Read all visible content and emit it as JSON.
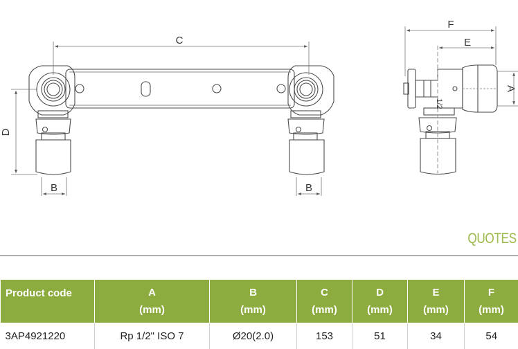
{
  "drawing": {
    "front_labels": {
      "c": "C",
      "d": "D",
      "b_left": "B",
      "b_right": "B"
    },
    "side_labels": {
      "f": "F",
      "e": "E",
      "a": "A",
      "marking": "1/2"
    },
    "colors": {
      "line": "#4a4a4a",
      "dim": "#777777",
      "accent": "#9cba4a",
      "header": "#8cac3f"
    }
  },
  "quotes": {
    "title": "QUOTES",
    "headers": [
      {
        "line1": "Product code",
        "line2": ""
      },
      {
        "line1": "A",
        "line2": "(mm)"
      },
      {
        "line1": "B",
        "line2": "(mm)"
      },
      {
        "line1": "C",
        "line2": "(mm)"
      },
      {
        "line1": "D",
        "line2": "(mm)"
      },
      {
        "line1": "E",
        "line2": "(mm)"
      },
      {
        "line1": "F",
        "line2": "(mm)"
      }
    ],
    "row": [
      "3AP4921220",
      "Rp 1/2\" ISO 7",
      "Ø20(2.0)",
      "153",
      "51",
      "34",
      "54"
    ]
  }
}
